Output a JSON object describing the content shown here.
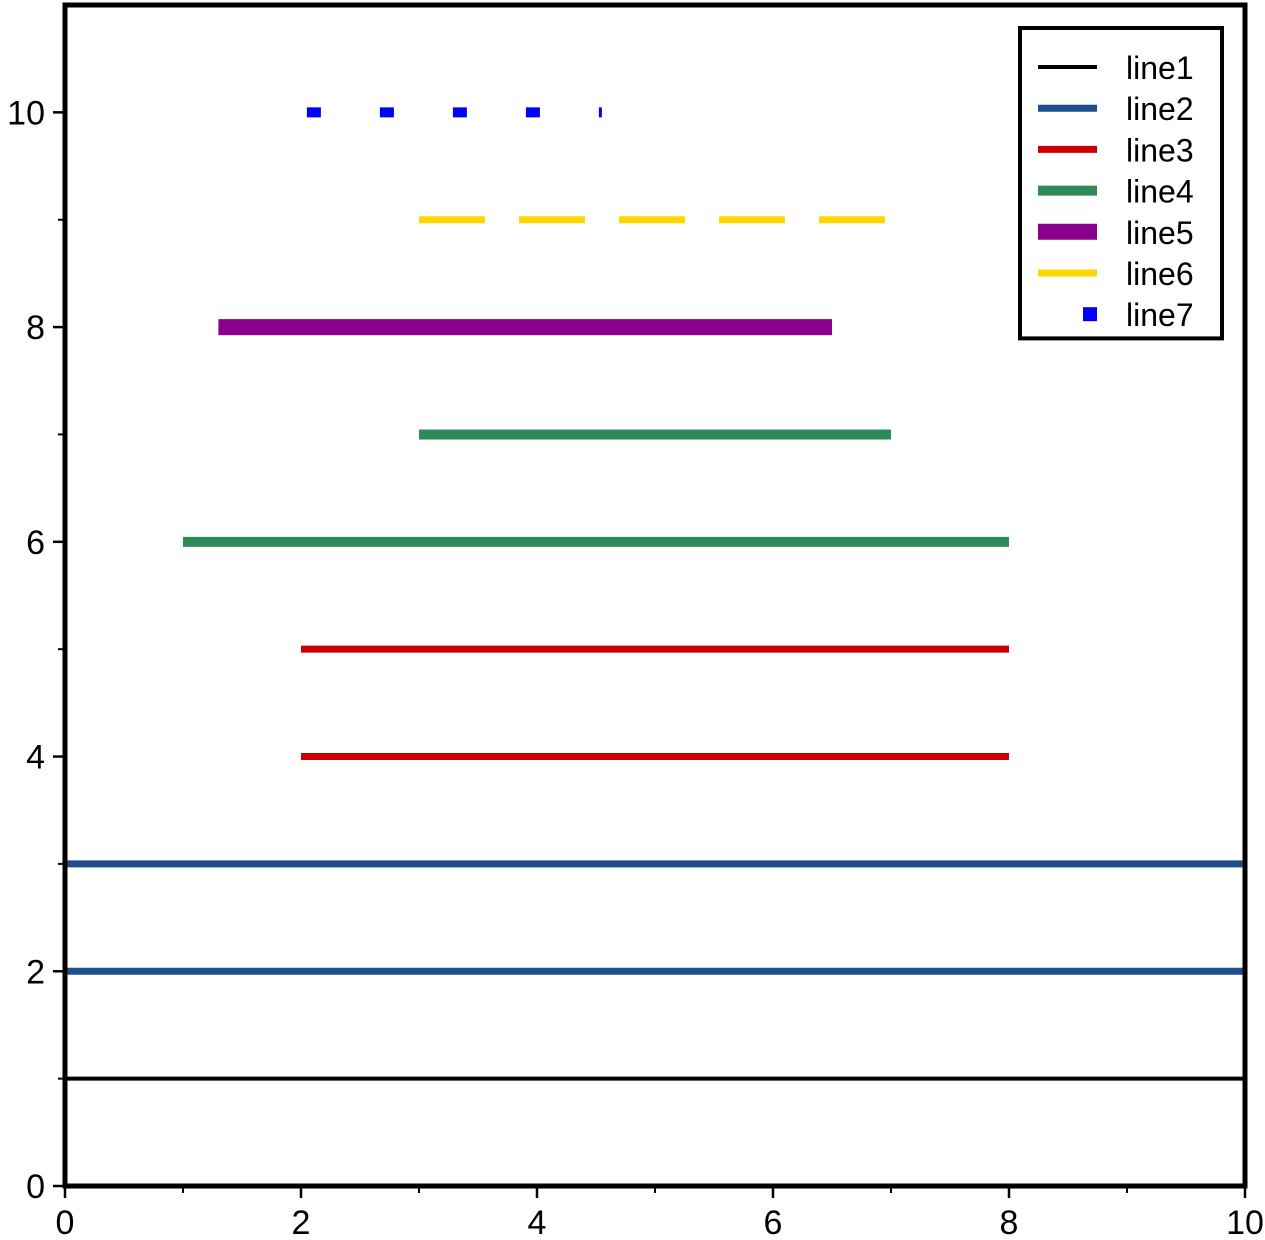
{
  "chart_data": {
    "type": "line",
    "title": "",
    "xlabel": "",
    "ylabel": "",
    "xlim": [
      0,
      10
    ],
    "ylim": [
      0,
      11
    ],
    "x_ticks": [
      0,
      2,
      4,
      6,
      8,
      10
    ],
    "y_ticks": [
      0,
      2,
      4,
      6,
      8,
      10
    ],
    "x_tick_labels": [
      "0",
      "2",
      "4",
      "6",
      "8",
      "10"
    ],
    "y_tick_labels": [
      "0",
      "2",
      "4",
      "6",
      "8",
      "10"
    ],
    "x_minor_ticks": [
      1,
      3,
      5,
      7,
      9
    ],
    "y_minor_ticks": [
      1,
      3,
      5,
      7,
      9
    ],
    "grid": false,
    "legend_position": "top-right",
    "series": [
      {
        "name": "line1",
        "color": "#000000",
        "style": "solid",
        "width": "thin",
        "segments": [
          [
            [
              0,
              1
            ],
            [
              10,
              1
            ]
          ]
        ]
      },
      {
        "name": "line2",
        "color": "#1f4e8c",
        "style": "solid",
        "width": "medium",
        "segments": [
          [
            [
              0,
              2
            ],
            [
              10,
              2
            ]
          ],
          [
            [
              0,
              3
            ],
            [
              10,
              3
            ]
          ]
        ]
      },
      {
        "name": "line3",
        "color": "#cc0000",
        "style": "solid",
        "width": "medium",
        "segments": [
          [
            [
              2,
              4
            ],
            [
              8,
              4
            ]
          ],
          [
            [
              2,
              5
            ],
            [
              8,
              5
            ]
          ]
        ]
      },
      {
        "name": "line4",
        "color": "#2e8b57",
        "style": "solid",
        "width": "thick",
        "segments": [
          [
            [
              1,
              6
            ],
            [
              8,
              6
            ]
          ],
          [
            [
              3,
              7
            ],
            [
              7,
              7
            ]
          ]
        ]
      },
      {
        "name": "line5",
        "color": "#8b008b",
        "style": "solid",
        "width": "thicker",
        "segments": [
          [
            [
              1.3,
              8
            ],
            [
              6.5,
              8
            ]
          ]
        ]
      },
      {
        "name": "line6",
        "color": "#ffd700",
        "style": "dashed",
        "width": "medium",
        "segments": [
          [
            [
              3,
              9
            ],
            [
              7,
              9
            ]
          ]
        ]
      },
      {
        "name": "line7",
        "color": "#0000ff",
        "style": "dotted",
        "width": "thick",
        "segments": [
          [
            [
              2.05,
              10
            ],
            [
              4.55,
              10
            ]
          ]
        ]
      }
    ]
  }
}
